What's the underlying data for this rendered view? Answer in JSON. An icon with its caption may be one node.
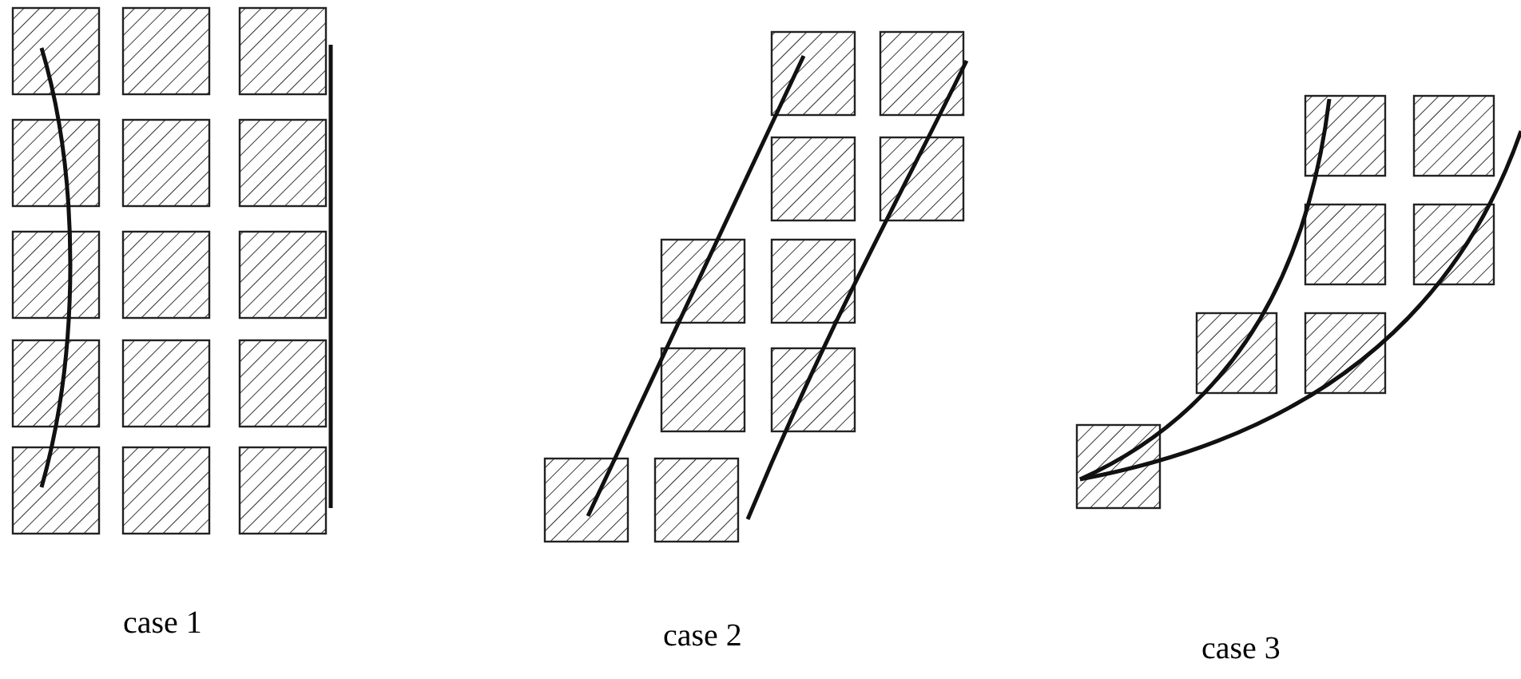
{
  "diagram": {
    "labels": [
      "case 1",
      "case 2",
      "case 3"
    ]
  }
}
